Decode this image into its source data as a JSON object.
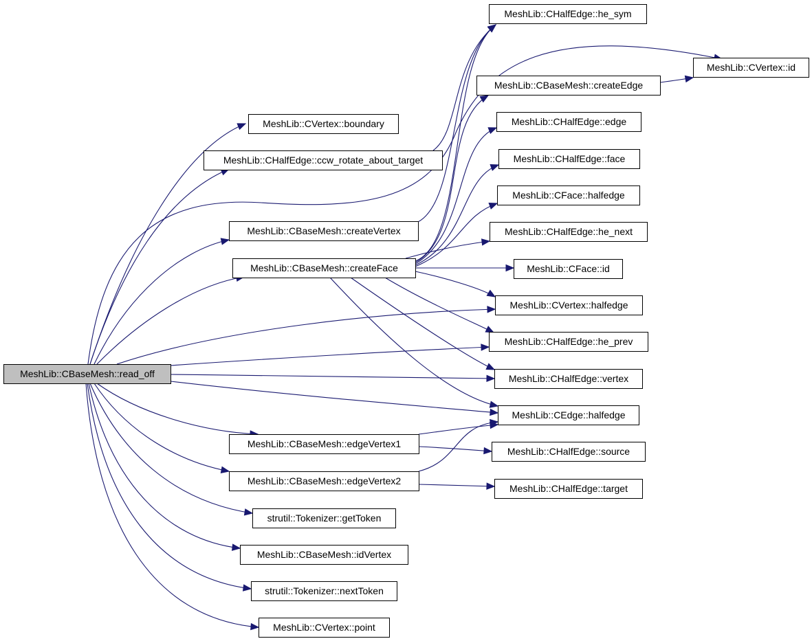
{
  "graph": {
    "root": "read_off",
    "nodes": [
      {
        "id": "read_off",
        "label": "MeshLib::CBaseMesh::read_off",
        "root": true
      },
      {
        "id": "v_boundary",
        "label": "MeshLib::CVertex::boundary"
      },
      {
        "id": "he_ccw",
        "label": "MeshLib::CHalfEdge::ccw_rotate_about_target"
      },
      {
        "id": "createVertex",
        "label": "MeshLib::CBaseMesh::createVertex"
      },
      {
        "id": "createFace",
        "label": "MeshLib::CBaseMesh::createFace"
      },
      {
        "id": "edgeVertex1",
        "label": "MeshLib::CBaseMesh::edgeVertex1"
      },
      {
        "id": "edgeVertex2",
        "label": "MeshLib::CBaseMesh::edgeVertex2"
      },
      {
        "id": "getToken",
        "label": "strutil::Tokenizer::getToken"
      },
      {
        "id": "idVertex",
        "label": "MeshLib::CBaseMesh::idVertex"
      },
      {
        "id": "nextToken",
        "label": "strutil::Tokenizer::nextToken"
      },
      {
        "id": "v_point",
        "label": "MeshLib::CVertex::point"
      },
      {
        "id": "he_sym",
        "label": "MeshLib::CHalfEdge::he_sym"
      },
      {
        "id": "createEdge",
        "label": "MeshLib::CBaseMesh::createEdge"
      },
      {
        "id": "v_id",
        "label": "MeshLib::CVertex::id"
      },
      {
        "id": "he_edge",
        "label": "MeshLib::CHalfEdge::edge"
      },
      {
        "id": "he_face",
        "label": "MeshLib::CHalfEdge::face"
      },
      {
        "id": "f_halfedge",
        "label": "MeshLib::CFace::halfedge"
      },
      {
        "id": "he_next",
        "label": "MeshLib::CHalfEdge::he_next"
      },
      {
        "id": "f_id",
        "label": "MeshLib::CFace::id"
      },
      {
        "id": "v_halfedge",
        "label": "MeshLib::CVertex::halfedge"
      },
      {
        "id": "he_prev",
        "label": "MeshLib::CHalfEdge::he_prev"
      },
      {
        "id": "he_vertex",
        "label": "MeshLib::CHalfEdge::vertex"
      },
      {
        "id": "e_halfedge",
        "label": "MeshLib::CEdge::halfedge"
      },
      {
        "id": "he_source",
        "label": "MeshLib::CHalfEdge::source"
      },
      {
        "id": "he_target",
        "label": "MeshLib::CHalfEdge::target"
      }
    ],
    "edges": [
      {
        "from": "read_off",
        "to": "v_boundary"
      },
      {
        "from": "read_off",
        "to": "he_ccw"
      },
      {
        "from": "read_off",
        "to": "createVertex"
      },
      {
        "from": "read_off",
        "to": "createFace"
      },
      {
        "from": "read_off",
        "to": "edgeVertex1"
      },
      {
        "from": "read_off",
        "to": "edgeVertex2"
      },
      {
        "from": "read_off",
        "to": "getToken"
      },
      {
        "from": "read_off",
        "to": "idVertex"
      },
      {
        "from": "read_off",
        "to": "nextToken"
      },
      {
        "from": "read_off",
        "to": "v_point"
      },
      {
        "from": "read_off",
        "to": "v_id"
      },
      {
        "from": "read_off",
        "to": "v_halfedge"
      },
      {
        "from": "read_off",
        "to": "he_prev"
      },
      {
        "from": "read_off",
        "to": "he_vertex"
      },
      {
        "from": "read_off",
        "to": "e_halfedge"
      },
      {
        "from": "he_ccw",
        "to": "he_sym"
      },
      {
        "from": "createVertex",
        "to": "he_sym"
      },
      {
        "from": "createFace",
        "to": "he_sym"
      },
      {
        "from": "createFace",
        "to": "createEdge"
      },
      {
        "from": "createFace",
        "to": "he_edge"
      },
      {
        "from": "createFace",
        "to": "he_face"
      },
      {
        "from": "createFace",
        "to": "f_halfedge"
      },
      {
        "from": "createFace",
        "to": "he_next"
      },
      {
        "from": "createFace",
        "to": "f_id"
      },
      {
        "from": "createFace",
        "to": "v_halfedge"
      },
      {
        "from": "createFace",
        "to": "he_prev"
      },
      {
        "from": "createFace",
        "to": "he_vertex"
      },
      {
        "from": "createFace",
        "to": "e_halfedge"
      },
      {
        "from": "createEdge",
        "to": "v_id"
      },
      {
        "from": "edgeVertex1",
        "to": "e_halfedge"
      },
      {
        "from": "edgeVertex1",
        "to": "he_source"
      },
      {
        "from": "edgeVertex2",
        "to": "e_halfedge"
      },
      {
        "from": "edgeVertex2",
        "to": "he_target"
      }
    ]
  }
}
